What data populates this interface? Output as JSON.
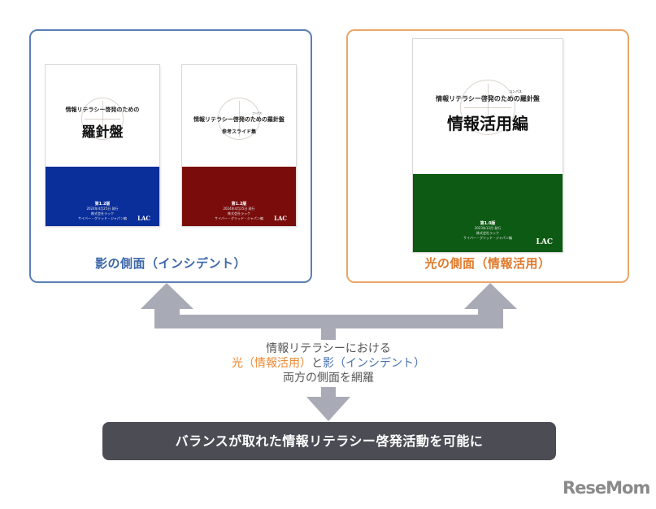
{
  "left_panel": {
    "caption": "影の側面（インシデント）",
    "books": [
      {
        "series": "情報リテラシー啓発のための",
        "title": "羅針盤",
        "subtitle": "",
        "edition": "第1.2版",
        "date": "2024年4月25日 発行",
        "publisher": "株式会社ラック",
        "publisher2": "サイバー・グリッド・ジャパン編",
        "band_color": "#0a2e9a"
      },
      {
        "series": "情報リテラシー啓発のための羅針盤",
        "ruby": "コンパス",
        "title": "",
        "subtitle": "参考スライド集",
        "edition": "第1.2版",
        "date": "2024年4月25日 発行",
        "publisher": "株式会社ラック",
        "publisher2": "サイバー・グリッド・ジャパン編",
        "band_color": "#7a0c0c"
      }
    ]
  },
  "right_panel": {
    "caption": "光の側面（情報活用）",
    "book": {
      "series": "情報リテラシー啓発のための羅針盤",
      "ruby": "コンパス",
      "title": "情報活用編",
      "edition": "第1.0版",
      "date": "2023年12月 発行",
      "publisher": "株式会社ラック",
      "publisher2": "サイバー・グリッド・ジャパン編",
      "band_color": "#0d5a14"
    }
  },
  "logo_mark": "LAC",
  "center": {
    "line1": "情報リテラシーにおける",
    "line2_light": "光（情報活用）",
    "line2_and": "と",
    "line2_shadow": "影（インシデント）",
    "line3": "両方の側面を網羅"
  },
  "banner": "バランスが取れた情報リテラシー啓発活動を可能に",
  "watermark": "ReseMom",
  "colors": {
    "left_border": "#5b7fb5",
    "right_border": "#e9a76a",
    "arrow": "#a8abb6",
    "banner_bg": "#4c4c55"
  }
}
